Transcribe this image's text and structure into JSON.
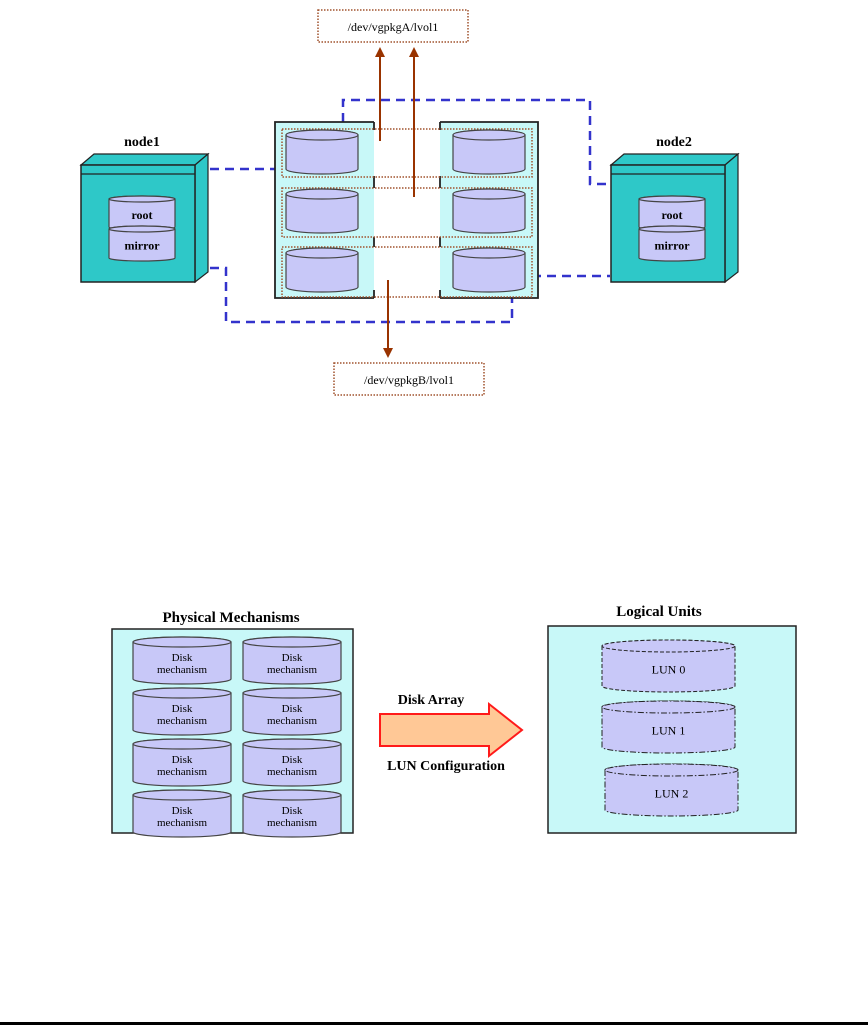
{
  "top_diagram": {
    "volumes": {
      "top": "/dev/vgpkgA/lvol1",
      "bottom": "/dev/vgpkgB/lvol1"
    },
    "nodes": [
      {
        "name": "node1",
        "disks": [
          "root",
          "mirror"
        ]
      },
      {
        "name": "node2",
        "disks": [
          "root",
          "mirror"
        ]
      }
    ],
    "array": {
      "rows": 3,
      "disks_per_row": 2
    }
  },
  "bottom_diagram": {
    "physical": {
      "title": "Physical Mechanisms",
      "disk_label_line1": "Disk",
      "disk_label_line2": "mechanism",
      "count": 8
    },
    "arrow": {
      "label_top": "Disk Array",
      "label_bottom": "LUN Configuration"
    },
    "logical": {
      "title": "Logical Units",
      "luns": [
        "LUN 0",
        "LUN 1",
        "LUN 2"
      ]
    }
  },
  "colors": {
    "node_fill": "#2ec8c8",
    "panel_fill": "#c8f8f8",
    "disk_fill": "#c8c8f8",
    "connector": "#3333cc",
    "volume_arrow": "#993300",
    "arrow_fill": "#ffc896",
    "arrow_stroke": "#ff1a1a"
  }
}
